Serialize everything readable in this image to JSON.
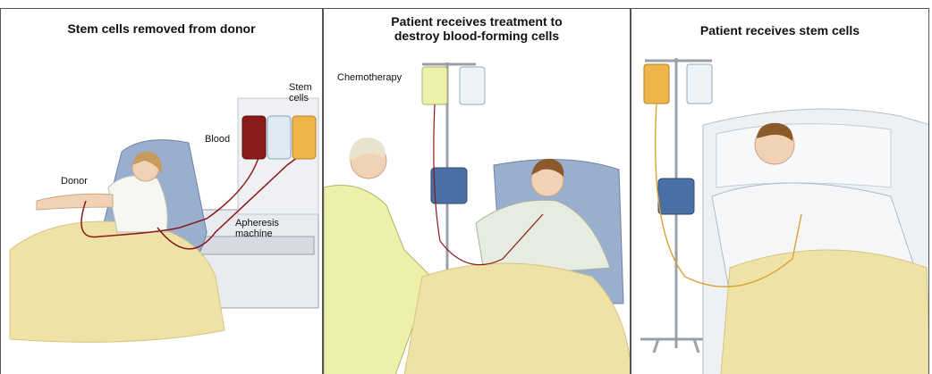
{
  "panels": [
    {
      "title": "Stem cells removed from donor",
      "labels": {
        "donor": "Donor",
        "blood": "Blood",
        "stem": "Stem\ncells",
        "apheresis": "Apheresis\nmachine"
      }
    },
    {
      "title": "Patient receives treatment to\ndestroy blood-forming cells",
      "labels": {
        "chemo": "Chemotherapy"
      }
    },
    {
      "title": "Patient receives stem cells",
      "labels": {}
    }
  ],
  "colors": {
    "blanket": "#efe2a6",
    "chair": "#9aaecd",
    "blood": "#8b1a1a",
    "stem_bag": "#f0b54a",
    "pump": "#4a6fa5",
    "gown": "#e6ecdf",
    "nurse": "#ecf0a9"
  }
}
